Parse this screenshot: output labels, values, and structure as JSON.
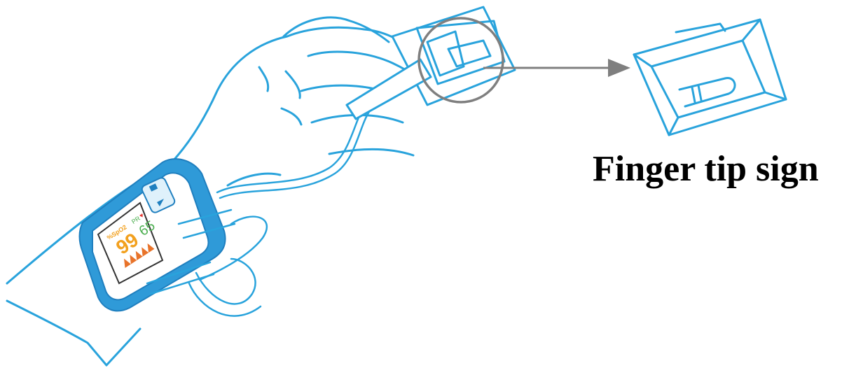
{
  "caption": "Finger tip sign",
  "screen": {
    "spo2_label": "%SpO2",
    "spo2_value": "99",
    "pr_label": "PR",
    "pr_value": "65"
  },
  "colors": {
    "line_art": "#29a3dc",
    "band": "#2f9ad8",
    "arrow": "#7f7f7f",
    "magnifier": "#7f7f7f",
    "spo2": "#f2a01e",
    "pr": "#4caf50",
    "heart": "#e53935",
    "waveform": "#e8732a"
  }
}
